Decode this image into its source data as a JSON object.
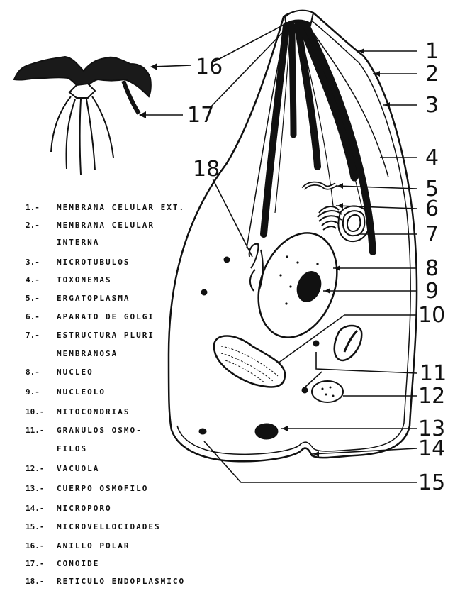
{
  "callouts": [
    "1",
    "2",
    "3",
    "4",
    "5",
    "6",
    "7",
    "8",
    "9",
    "10",
    "11",
    "12",
    "13",
    "14",
    "15",
    "16",
    "17",
    "18"
  ],
  "legend": [
    {
      "num": "1.-",
      "text": "MEMBRANA CELULAR EXT."
    },
    {
      "num": "2.-",
      "text": "MEMBRANA CELULAR"
    },
    {
      "num": "",
      "text": "INTERNA"
    },
    {
      "num": "3.-",
      "text": "MICROTUBULOS"
    },
    {
      "num": "4.-",
      "text": "TOXONEMAS"
    },
    {
      "num": "5.-",
      "text": "ERGATOPLASMA"
    },
    {
      "num": "6.-",
      "text": "APARATO DE GOLGI"
    },
    {
      "num": "7.-",
      "text": "ESTRUCTURA PLURI"
    },
    {
      "num": "",
      "text": "MEMBRANOSA"
    },
    {
      "num": "8.-",
      "text": "NUCLEO"
    },
    {
      "num": "9.-",
      "text": "NUCLEOLO"
    },
    {
      "num": "10.-",
      "text": "MITOCONDRIAS"
    },
    {
      "num": "11.-",
      "text": "GRANULOS OSMO-"
    },
    {
      "num": "",
      "text": "FILOS"
    },
    {
      "num": "12.-",
      "text": "VACUOLA"
    },
    {
      "num": "13.-",
      "text": "CUERPO OSMOFILO"
    },
    {
      "num": "14.-",
      "text": "MICROPORO"
    },
    {
      "num": "15.-",
      "text": "MICROVELLOCIDADES"
    },
    {
      "num": "16.-",
      "text": "ANILLO POLAR"
    },
    {
      "num": "17.-",
      "text": "CONOIDE"
    },
    {
      "num": "18.-",
      "text": "RETICULO ENDOPLASMICO"
    }
  ]
}
